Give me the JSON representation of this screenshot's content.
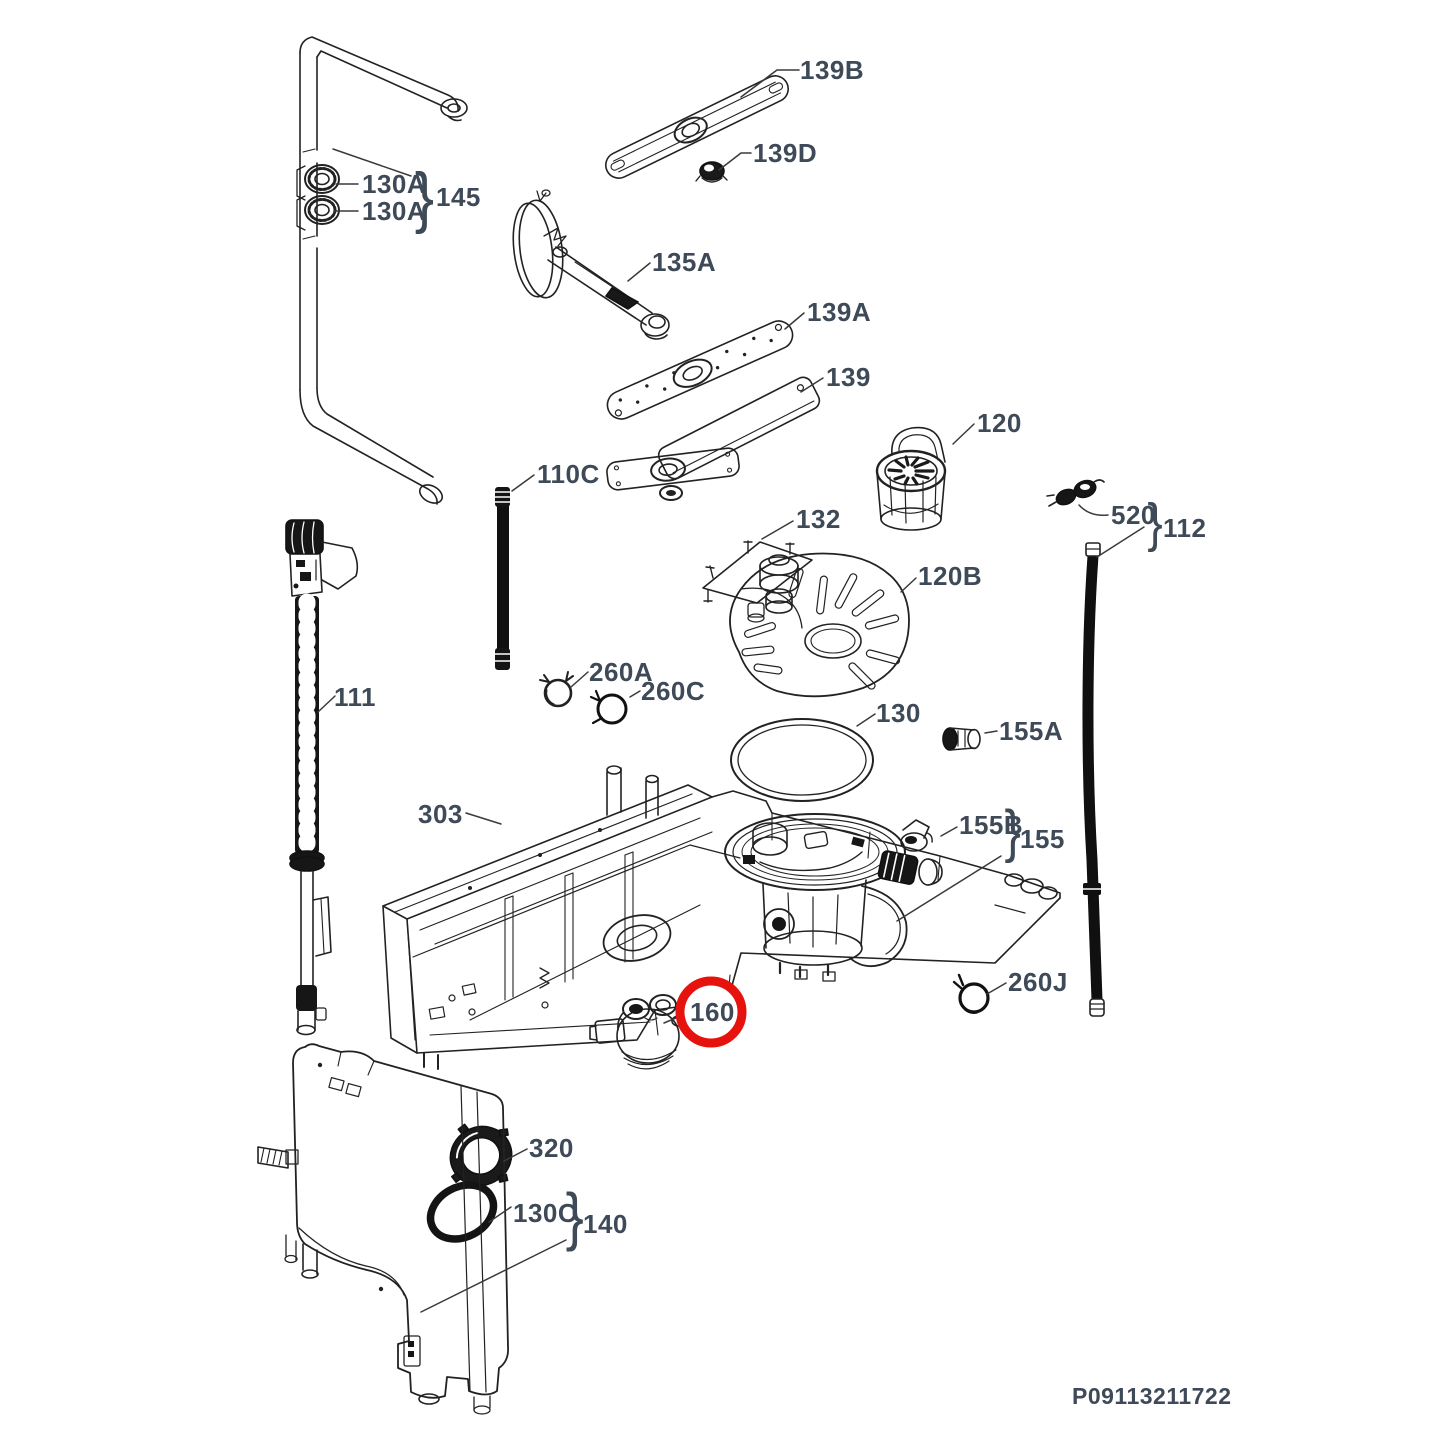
{
  "colors": {
    "label": "#3e4a57",
    "line": "#222222",
    "dark_fill": "#161616",
    "highlight_red": "#e5120d"
  },
  "brace": "}",
  "footer_code": "P09113211722",
  "labels": {
    "139B": "139B",
    "139D": "139D",
    "130A_top": "130A",
    "130A_bottom": "130A",
    "145": "145",
    "135A": "135A",
    "139A": "139A",
    "139": "139",
    "120": "120",
    "520": "520",
    "112": "112",
    "110C": "110C",
    "132": "132",
    "120B": "120B",
    "260A": "260A",
    "260C": "260C",
    "130": "130",
    "155A": "155A",
    "111": "111",
    "155B": "155B",
    "155": "155",
    "303": "303",
    "260J": "260J",
    "160": "160",
    "320": "320",
    "130C": "130C",
    "140": "140"
  }
}
